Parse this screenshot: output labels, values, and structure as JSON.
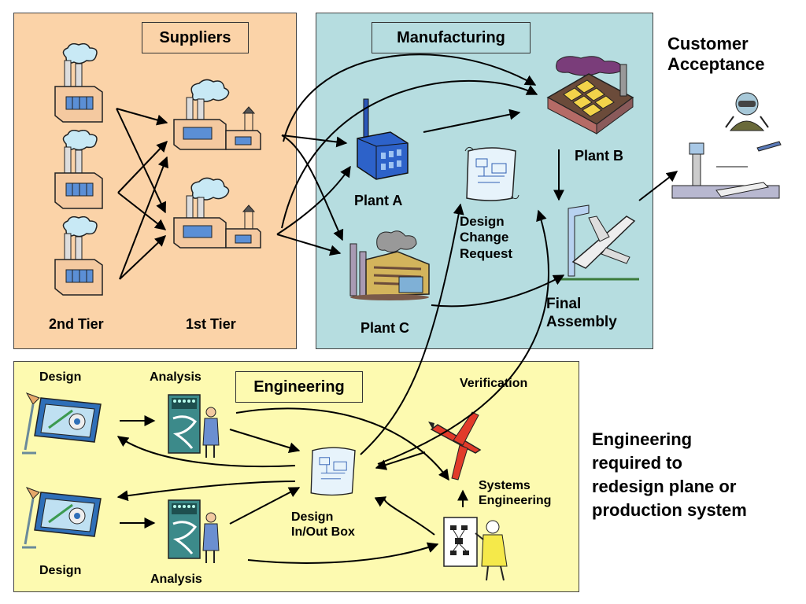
{
  "panels": {
    "suppliers": "Suppliers",
    "manufacturing": "Manufacturing",
    "engineering": "Engineering"
  },
  "suppliers": {
    "tier2": "2nd Tier",
    "tier1": "1st Tier"
  },
  "manufacturing": {
    "plant_a": "Plant A",
    "plant_b": "Plant B",
    "plant_c": "Plant C",
    "dcr_line1": "Design",
    "dcr_line2": "Change",
    "dcr_line3": "Request",
    "final_line1": "Final",
    "final_line2": "Assembly"
  },
  "customer": {
    "line1": "Customer",
    "line2": "Acceptance"
  },
  "engineering": {
    "design_top": "Design",
    "analysis_top": "Analysis",
    "design_bottom": "Design",
    "analysis_bottom": "Analysis",
    "verification": "Verification",
    "sys_line1": "Systems",
    "sys_line2": "Engineering",
    "inout_line1": "Design",
    "inout_line2": "In/Out Box"
  },
  "note": {
    "line1": "Engineering",
    "line2": "required to",
    "line3": "redesign plane or",
    "line4": "production system"
  },
  "colors": {
    "suppliers_bg": "#fbd3a8",
    "manufacturing_bg": "#b6dde0",
    "engineering_bg": "#fdfab0"
  }
}
